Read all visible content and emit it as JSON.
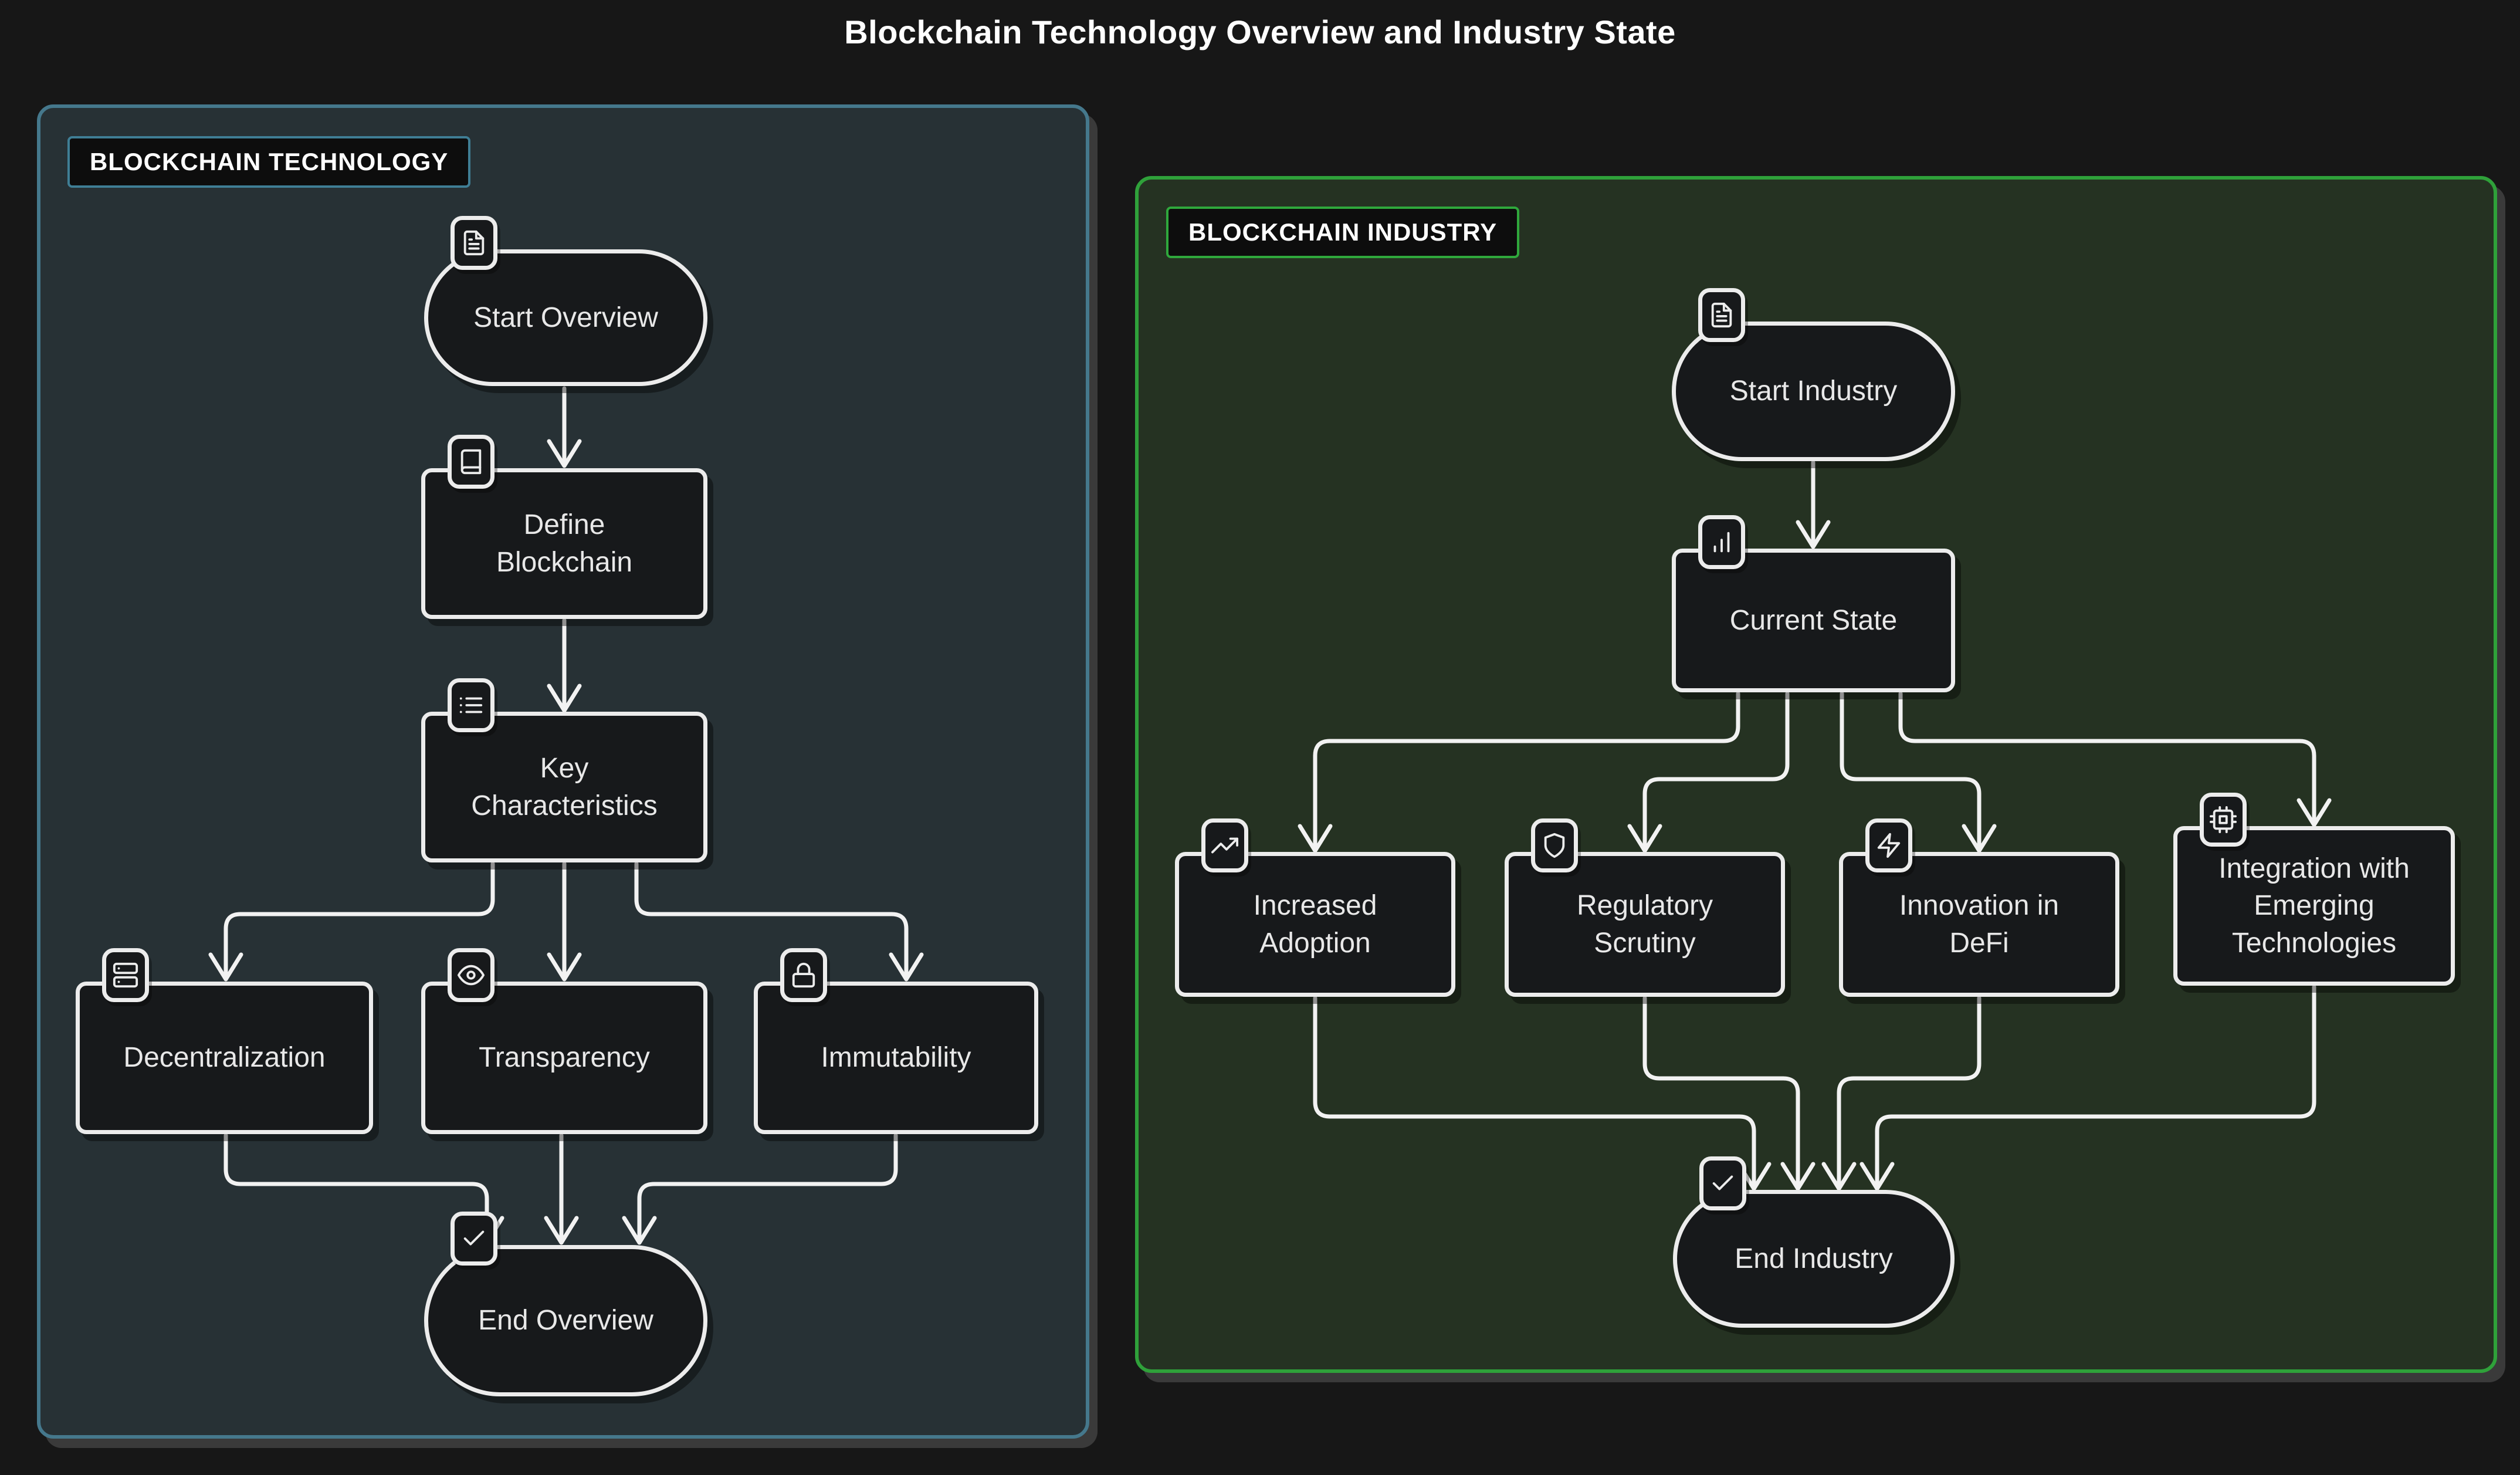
{
  "title": "Blockchain Technology Overview and Industry State",
  "colors": {
    "page_background": "#171717",
    "node_fill": "#17191b",
    "node_border": "#ececec",
    "node_text": "#e8e8e8",
    "edge_stroke": "#f2f2f2",
    "tech_subgraph_fill": "#273135",
    "tech_subgraph_border": "#45788c",
    "industry_subgraph_fill": "#253222",
    "industry_subgraph_border": "#2fa13a"
  },
  "subgraphs": [
    {
      "label": "BLOCKCHAIN TECHNOLOGY",
      "nodes": [
        {
          "id": "start-overview",
          "label": "Start Overview",
          "shape": "stadium",
          "icon": "file-text-icon"
        },
        {
          "id": "define-blockchain",
          "label": "Define Blockchain",
          "shape": "rect",
          "icon": "book-icon"
        },
        {
          "id": "key-characteristics",
          "label": "Key Characteristics",
          "shape": "rect",
          "icon": "list-icon"
        },
        {
          "id": "decentralization",
          "label": "Decentralization",
          "shape": "rect",
          "icon": "server-icon"
        },
        {
          "id": "transparency",
          "label": "Transparency",
          "shape": "rect",
          "icon": "eye-icon"
        },
        {
          "id": "immutability",
          "label": "Immutability",
          "shape": "rect",
          "icon": "lock-icon"
        },
        {
          "id": "end-overview",
          "label": "End Overview",
          "shape": "stadium",
          "icon": "check-icon"
        }
      ],
      "edges": [
        {
          "from": "Start Overview",
          "to": "Define Blockchain"
        },
        {
          "from": "Define Blockchain",
          "to": "Key Characteristics"
        },
        {
          "from": "Key Characteristics",
          "to": "Decentralization"
        },
        {
          "from": "Key Characteristics",
          "to": "Transparency"
        },
        {
          "from": "Key Characteristics",
          "to": "Immutability"
        },
        {
          "from": "Decentralization",
          "to": "End Overview"
        },
        {
          "from": "Transparency",
          "to": "End Overview"
        },
        {
          "from": "Immutability",
          "to": "End Overview"
        }
      ]
    },
    {
      "label": "BLOCKCHAIN INDUSTRY",
      "nodes": [
        {
          "id": "start-industry",
          "label": "Start Industry",
          "shape": "stadium",
          "icon": "file-text-icon"
        },
        {
          "id": "current-state",
          "label": "Current State",
          "shape": "rect",
          "icon": "bar-chart-icon"
        },
        {
          "id": "increased-adoption",
          "label": "Increased Adoption",
          "shape": "rect",
          "icon": "trending-up-icon"
        },
        {
          "id": "regulatory-scrutiny",
          "label": "Regulatory Scrutiny",
          "shape": "rect",
          "icon": "shield-icon"
        },
        {
          "id": "innovation-defi",
          "label": "Innovation in DeFi",
          "shape": "rect",
          "icon": "zap-icon"
        },
        {
          "id": "integration-emerging",
          "label": "Integration with Emerging Technologies",
          "shape": "rect",
          "icon": "cpu-icon"
        },
        {
          "id": "end-industry",
          "label": "End Industry",
          "shape": "stadium",
          "icon": "check-icon"
        }
      ],
      "edges": [
        {
          "from": "Start Industry",
          "to": "Current State"
        },
        {
          "from": "Current State",
          "to": "Increased Adoption"
        },
        {
          "from": "Current State",
          "to": "Regulatory Scrutiny"
        },
        {
          "from": "Current State",
          "to": "Innovation in DeFi"
        },
        {
          "from": "Current State",
          "to": "Integration with Emerging Technologies"
        },
        {
          "from": "Increased Adoption",
          "to": "End Industry"
        },
        {
          "from": "Regulatory Scrutiny",
          "to": "End Industry"
        },
        {
          "from": "Innovation in DeFi",
          "to": "End Industry"
        },
        {
          "from": "Integration with Emerging Technologies",
          "to": "End Industry"
        }
      ]
    }
  ]
}
